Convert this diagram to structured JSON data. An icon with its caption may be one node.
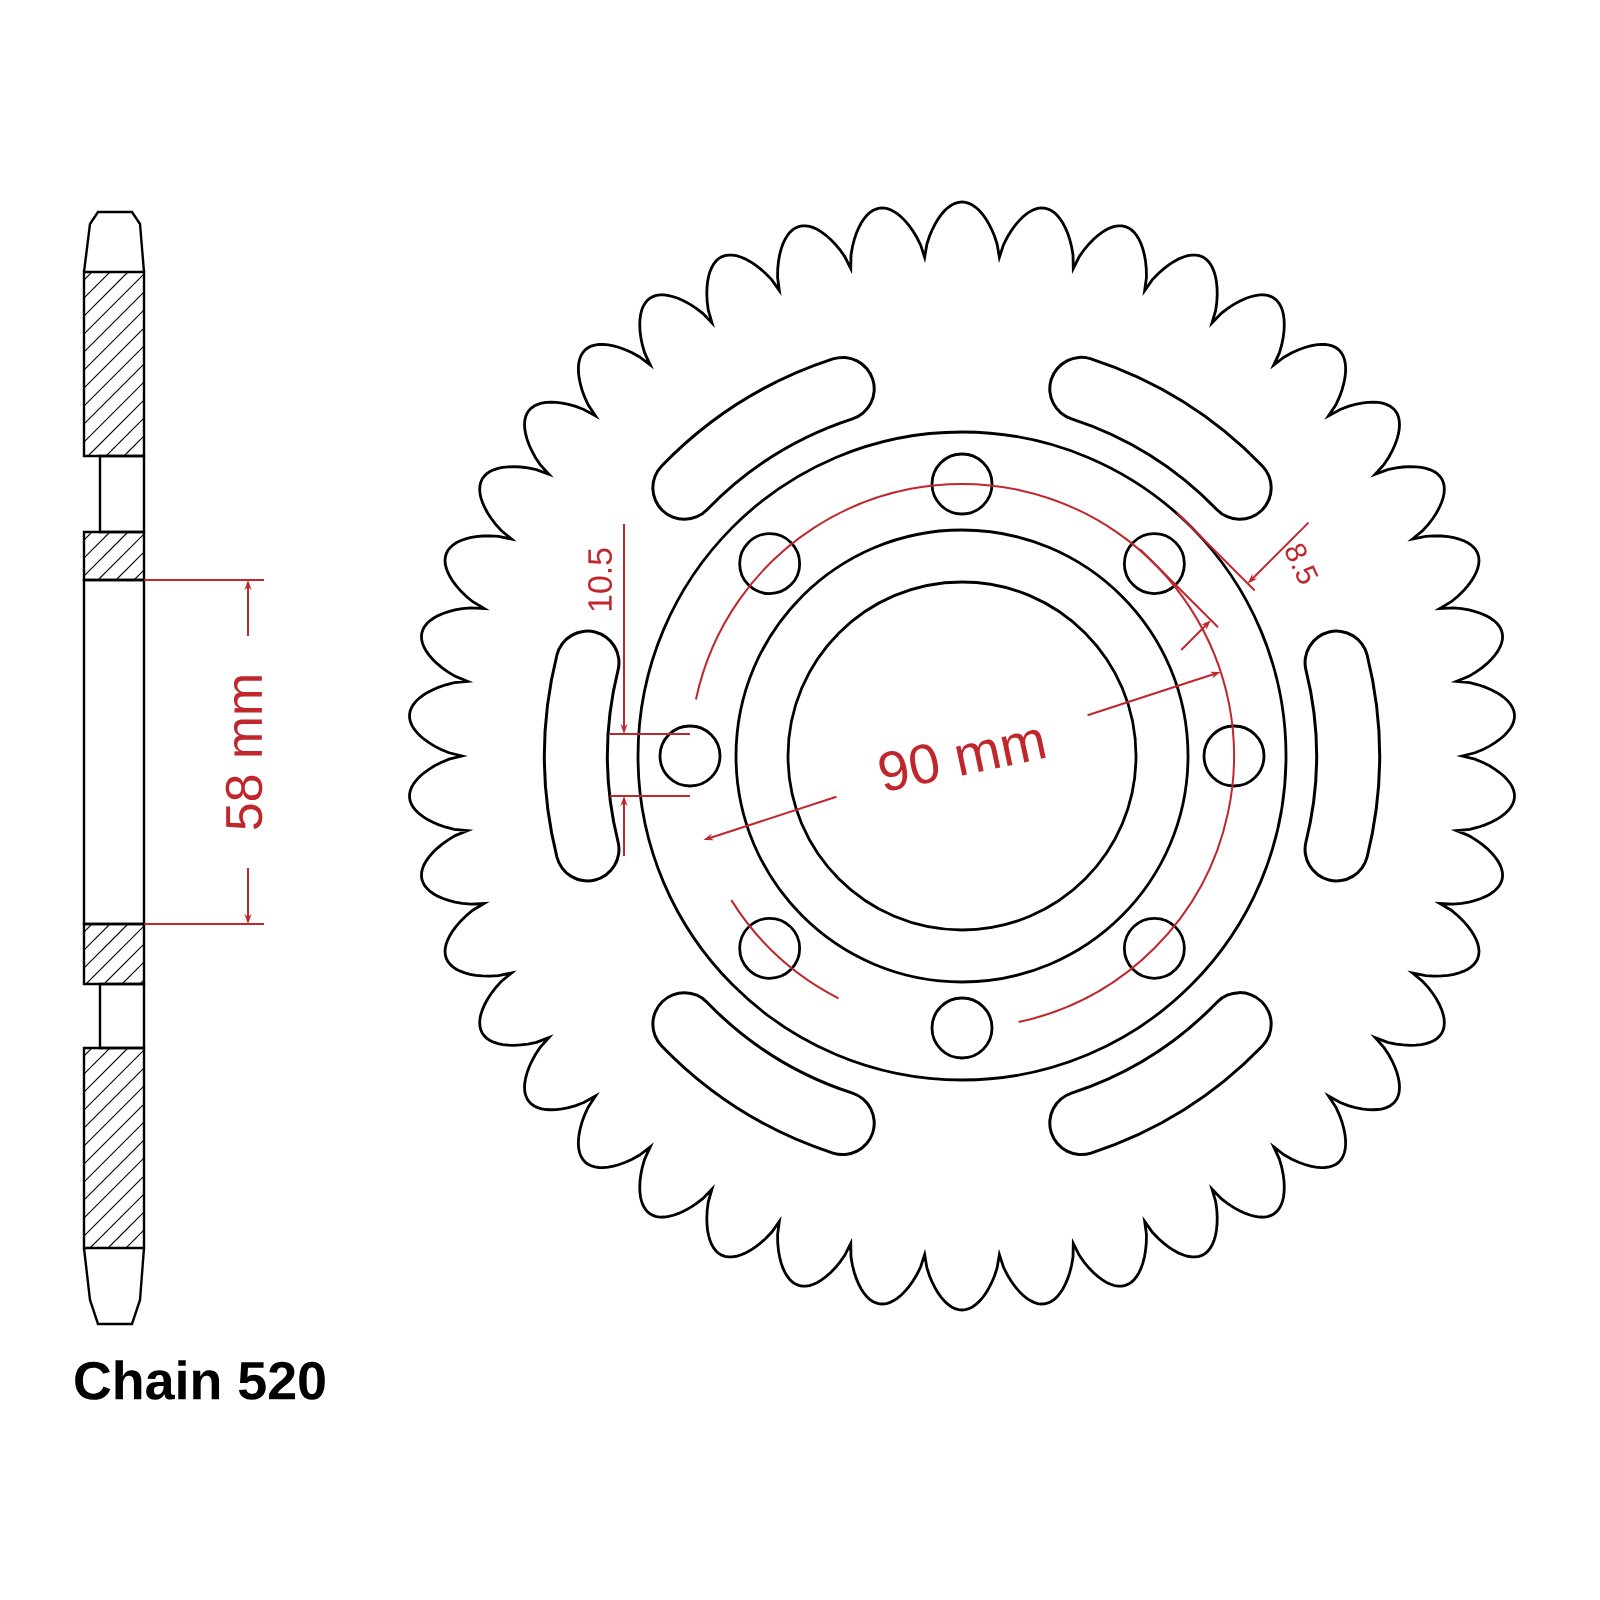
{
  "diagram": {
    "labels": [
      "10.5",
      "8.5",
      "58 mm",
      "90 mm",
      "Chain 520"
    ]
  }
}
